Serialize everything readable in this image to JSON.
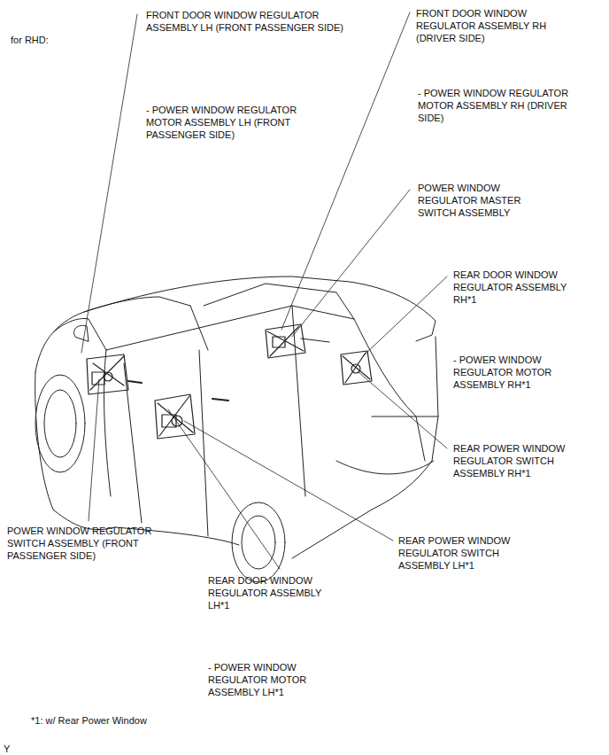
{
  "diagram": {
    "labels": [
      "for RHD:",
      "FRONT DOOR WINDOW REGULATOR ASSEMBLY LH (FRONT PASSENGER SIDE)",
      "- POWER WINDOW REGULATOR MOTOR ASSEMBLY LH (FRONT PASSENGER SIDE)",
      "FRONT DOOR WINDOW REGULATOR ASSEMBLY RH (DRIVER SIDE)",
      "- POWER WINDOW REGULATOR MOTOR ASSEMBLY RH (DRIVER SIDE)",
      "POWER WINDOW REGULATOR MASTER SWITCH ASSEMBLY",
      "REAR DOOR WINDOW REGULATOR ASSEMBLY RH*1",
      "- POWER WINDOW REGULATOR MOTOR ASSEMBLY RH*1",
      "REAR POWER WINDOW REGULATOR SWITCH ASSEMBLY RH*1",
      "POWER WINDOW REGULATOR SWITCH ASSEMBLY (FRONT PASSENGER SIDE)",
      "REAR POWER WINDOW REGULATOR SWITCH ASSEMBLY LH*1",
      "REAR DOOR WINDOW REGULATOR ASSEMBLY LH*1",
      "- POWER WINDOW REGULATOR MOTOR ASSEMBLY LH*1",
      "*1: w/ Rear Power Window",
      "Y"
    ]
  }
}
